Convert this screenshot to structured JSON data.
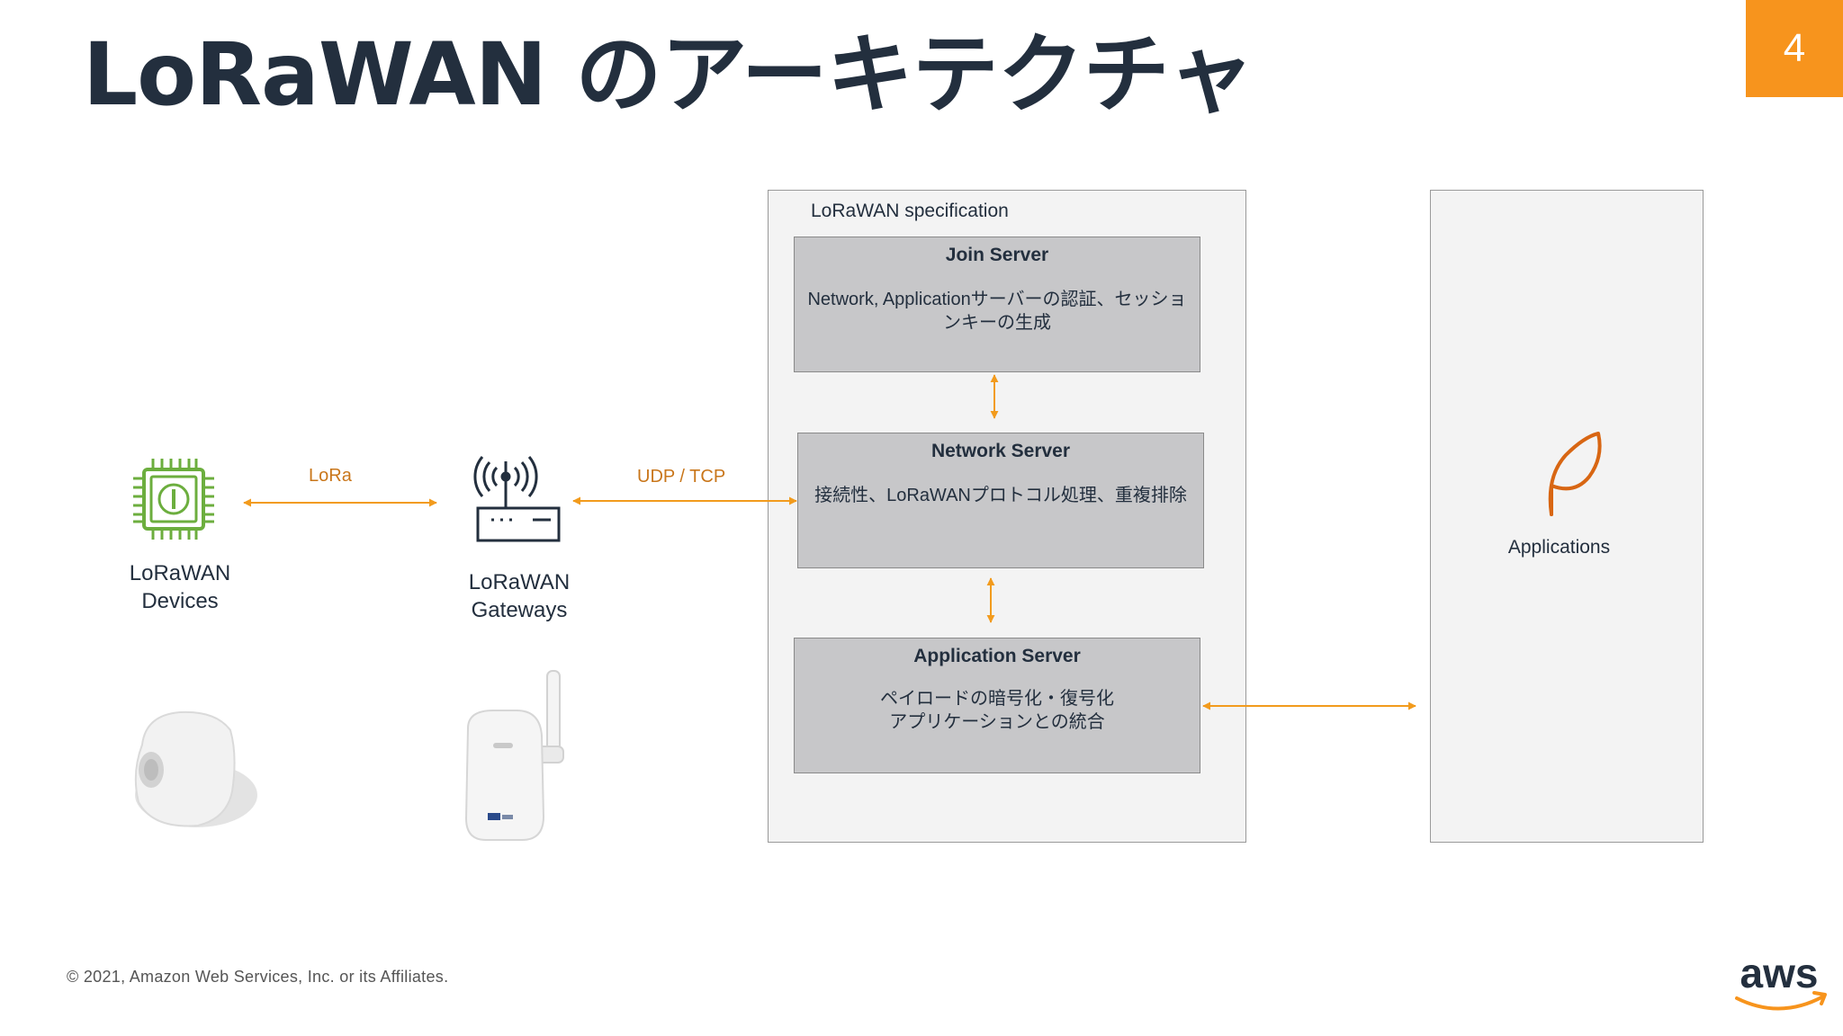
{
  "slide": {
    "title": "LoRaWAN のアーキテクチャ",
    "page_number": "4",
    "footer": "© 2021, Amazon Web Services, Inc. or its Affiliates.",
    "logo_text": "aws"
  },
  "devices": {
    "label_line1": "LoRaWAN",
    "label_line2": "Devices"
  },
  "gateways": {
    "label_line1": "LoRaWAN",
    "label_line2": "Gateways"
  },
  "links": {
    "lora": "LoRa",
    "udp_tcp": "UDP / TCP"
  },
  "spec": {
    "label": "LoRaWAN specification",
    "servers": [
      {
        "name": "Join Server",
        "desc": "Network, Applicationサーバーの認証、セッションキーの生成"
      },
      {
        "name": "Network Server",
        "desc": "接続性、LoRaWANプロトコル処理、重複排除"
      },
      {
        "name": "Application Server",
        "desc_line1": "ペイロードの暗号化・復号化",
        "desc_line2": "アプリケーションとの統合"
      }
    ]
  },
  "applications": {
    "label": "Applications"
  },
  "colors": {
    "accent_orange": "#f7941d",
    "arrow_orange": "#f29b1d",
    "device_green": "#6cae3e",
    "app_icon_orange": "#d86613",
    "title_navy": "#232f3e"
  }
}
